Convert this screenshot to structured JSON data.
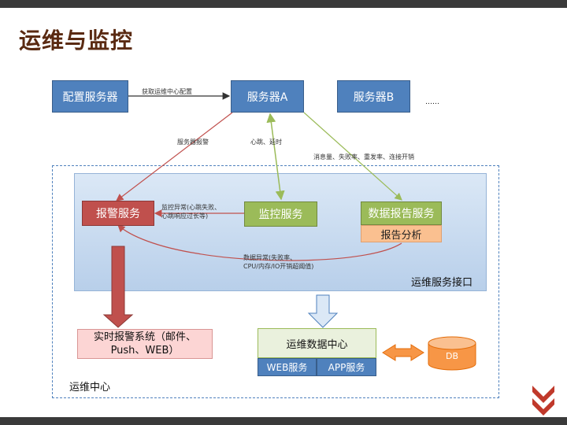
{
  "title": "运维与监控",
  "nodes": {
    "config_server": "配置服务器",
    "server_a": "服务器A",
    "server_b": "服务器B",
    "ellipsis": "……",
    "alarm_service": "报警服务",
    "monitor_service": "监控服务",
    "data_report_service": "数据报告服务",
    "report_analysis": "报告分析",
    "realtime_alarm_line1": "实时报警系统（邮件、",
    "realtime_alarm_line2": "Push、WEB）",
    "ops_data_center": "运维数据中心",
    "web_service": "WEB服务",
    "app_service": "APP服务",
    "db": "DB"
  },
  "edges": {
    "get_config": "获取运维中心配置",
    "service_alarm": "服务器报警",
    "heartbeat": "心跳、延时",
    "metrics": "消息量、失败率、重发率、连接开销",
    "monitor_anomaly_line1": "监控异常(心跳失败、",
    "monitor_anomaly_line2": "心跳响应过长等)",
    "data_anomaly_line1": "数据异常(失败率、",
    "data_anomaly_line2": "CPU/内存/IO开销超阈值)"
  },
  "regions": {
    "ops_service_interface": "运维服务接口",
    "ops_center": "运维中心"
  },
  "colors": {
    "title": "#5a2a12",
    "blue": "#4f81bd",
    "red": "#c0504d",
    "green": "#9bbb59",
    "orange": "#f79646",
    "accent_chevron": "#c0392b"
  }
}
